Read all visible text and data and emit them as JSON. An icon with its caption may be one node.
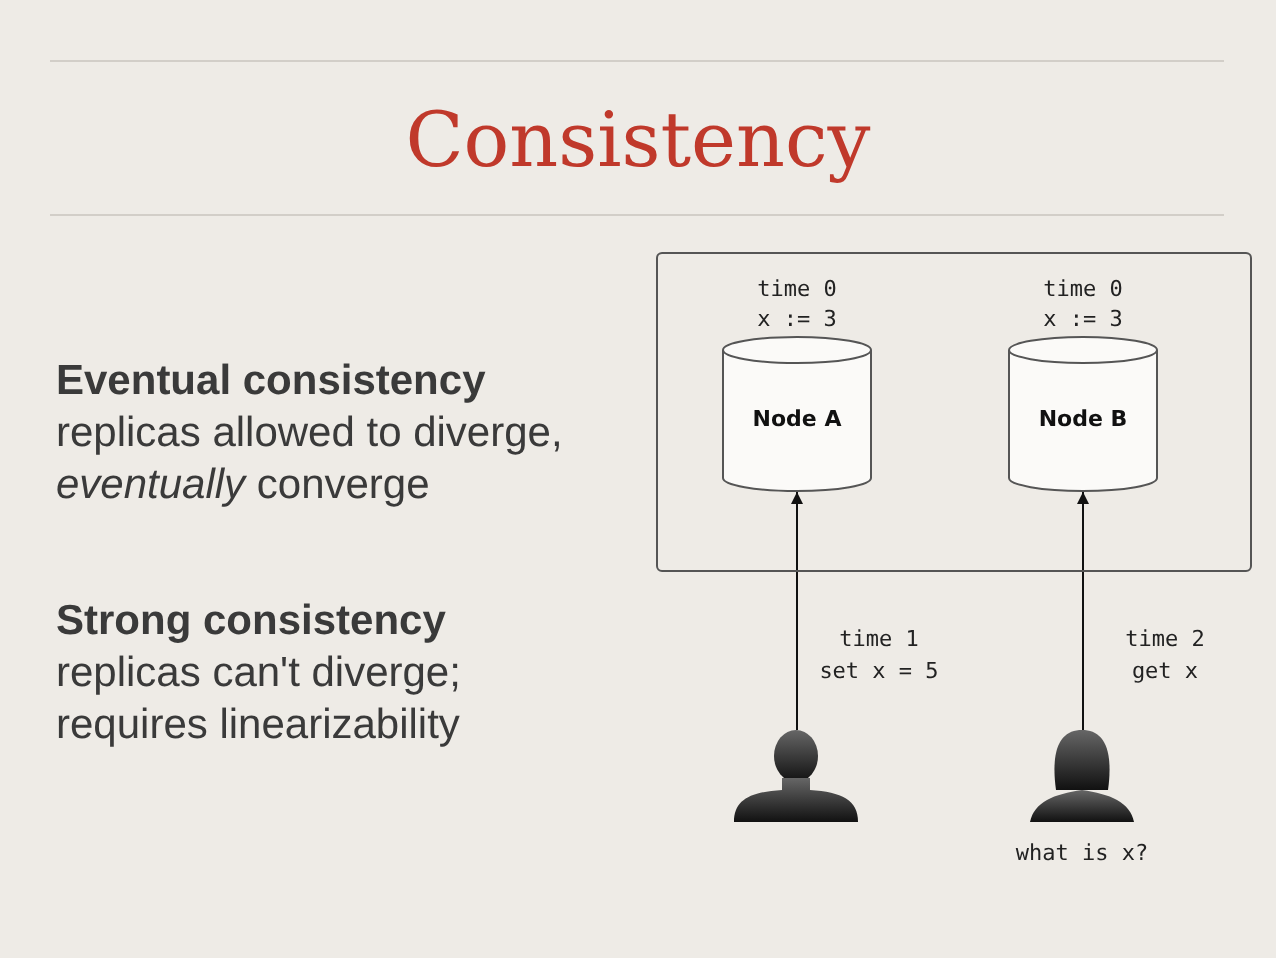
{
  "diagram": {
    "title": "Consistency",
    "nodes": [
      {
        "text": [],
        "shape": "box"
      },
      {
        "text": [
          "Node A"
        ],
        "in": 0,
        "beside": [
          "time 0 x := 3"
        ]
      },
      {
        "text": [
          "Node B"
        ],
        "in": 0,
        "beside": [
          "time 0 x := 3"
        ]
      },
      {
        "text": [],
        "shape": "person"
      },
      {
        "text": [],
        "shape": "person",
        "beside": [
          "what is x?"
        ]
      }
    ],
    "edges": [
      {
        "from": 3,
        "to": 1,
        "arrow": "to",
        "label": "time 1 set x = 5"
      },
      {
        "from": 4,
        "to": 2,
        "arrow": "to",
        "label": "time 2 get x"
      }
    ],
    "labels": [
      "Eventual consistency",
      "replicas allowed to diverge, *eventually* converge",
      "Strong consistency",
      "replicas can't diverge; requires linearizability"
    ]
  }
}
